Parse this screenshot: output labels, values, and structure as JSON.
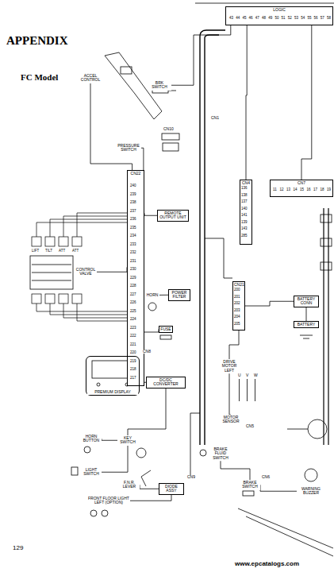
{
  "diagram": {
    "title": "APPENDIX",
    "nodes": [
      {
        "text": [
          "ACCEL CONTROL"
        ]
      },
      {
        "text": [
          "BRK SWITCH"
        ]
      },
      {
        "text": [
          "PRESSURE SWITCH"
        ]
      },
      {
        "text": [
          "CN22"
        ]
      },
      {
        "text": [
          "REMOTE OUTPUT UNIT"
        ]
      },
      {
        "text": [
          "HORN"
        ]
      },
      {
        "text": [
          "POWER FILTER"
        ]
      },
      {
        "text": [
          "FUSE"
        ]
      },
      {
        "text": [
          "CN4"
        ]
      },
      {
        "text": [
          "CN21"
        ]
      },
      {
        "text": [
          "LOGIC"
        ]
      },
      {
        "text": [
          "CN7"
        ]
      },
      {
        "text": [
          "BATTERY CONN"
        ]
      },
      {
        "text": [
          "BATTERY"
        ]
      },
      {
        "text": [
          "CONTROL VALVE"
        ]
      },
      {
        "text": [
          "PREMIUM DISPLAY"
        ]
      },
      {
        "text": [
          "DC/DC CONVERTER"
        ]
      },
      {
        "text": [
          "HORN BUTTON"
        ]
      },
      {
        "text": [
          "KEY SWITCH"
        ]
      },
      {
        "text": [
          "LIGHT SWITCH"
        ]
      },
      {
        "text": [
          "F.N.R. LEVER"
        ]
      },
      {
        "text": [
          "FRONT FLOOR LIGHT LEFT (OPTION)"
        ]
      },
      {
        "text": [
          "DIODE ASSY"
        ]
      },
      {
        "text": [
          "BRAKE FLUID SWITCH"
        ]
      },
      {
        "text": [
          "BRAKE SWITCH"
        ]
      },
      {
        "text": [
          "WARNING BUZZER"
        ]
      },
      {
        "text": [
          "MOTOR SENSOR"
        ]
      },
      {
        "text": [
          "DRIVE MOTOR LEFT"
        ]
      }
    ],
    "edges": [
      {
        "from": 0,
        "to": 3,
        "arrow": "none"
      },
      {
        "from": 2,
        "to": 3,
        "arrow": "none"
      },
      {
        "from": 3,
        "to": 4,
        "arrow": "none"
      },
      {
        "from": 5,
        "to": 6,
        "arrow": "none"
      },
      {
        "from": 7,
        "to": 3,
        "arrow": "none"
      },
      {
        "from": 8,
        "to": 10,
        "arrow": "none"
      },
      {
        "from": 9,
        "to": 27,
        "arrow": "none"
      },
      {
        "from": 12,
        "to": 13,
        "arrow": "none"
      },
      {
        "from": 15,
        "to": 16,
        "arrow": "none"
      },
      {
        "from": 18,
        "to": 16,
        "arrow": "none"
      },
      {
        "from": 17,
        "to": 18,
        "arrow": "none"
      },
      {
        "from": 20,
        "to": 22,
        "arrow": "none"
      },
      {
        "from": 21,
        "to": 22,
        "arrow": "none"
      },
      {
        "from": 23,
        "to": 24,
        "arrow": "none"
      },
      {
        "from": 24,
        "to": 25,
        "arrow": "none"
      },
      {
        "from": 26,
        "to": 27,
        "arrow": "none"
      },
      {
        "from": 3,
        "to": 14,
        "arrow": "none"
      },
      {
        "from": 11,
        "to": 10,
        "arrow": "none"
      },
      {
        "from": 9,
        "to": 12,
        "arrow": "none"
      },
      {
        "from": 1,
        "to": 10,
        "arrow": "none"
      },
      {
        "from": 19,
        "to": 18,
        "arrow": "none"
      }
    ],
    "labels": [
      "FC Model",
      "129",
      "www.epcatalogs.com",
      "U",
      "V",
      "W",
      "LIFT",
      "TILT",
      "ATT",
      "ATT",
      "CN10",
      "CN1",
      "CN8",
      "CN9",
      "CN5",
      "CN6",
      "240",
      "239",
      "238",
      "237",
      "236",
      "235",
      "234",
      "233",
      "232",
      "231",
      "230",
      "229",
      "228",
      "227",
      "226",
      "225",
      "224",
      "223",
      "222",
      "221",
      "220",
      "219",
      "218",
      "217",
      "43",
      "44",
      "45",
      "46",
      "47",
      "48",
      "49",
      "50",
      "51",
      "52",
      "53",
      "54",
      "55",
      "56",
      "57",
      "58",
      "136",
      "138",
      "137",
      "140",
      "141",
      "139",
      "143",
      "285",
      "200",
      "201",
      "202",
      "203",
      "204",
      "205",
      "11",
      "12",
      "13",
      "14",
      "15",
      "16",
      "17",
      "18",
      "19"
    ]
  }
}
